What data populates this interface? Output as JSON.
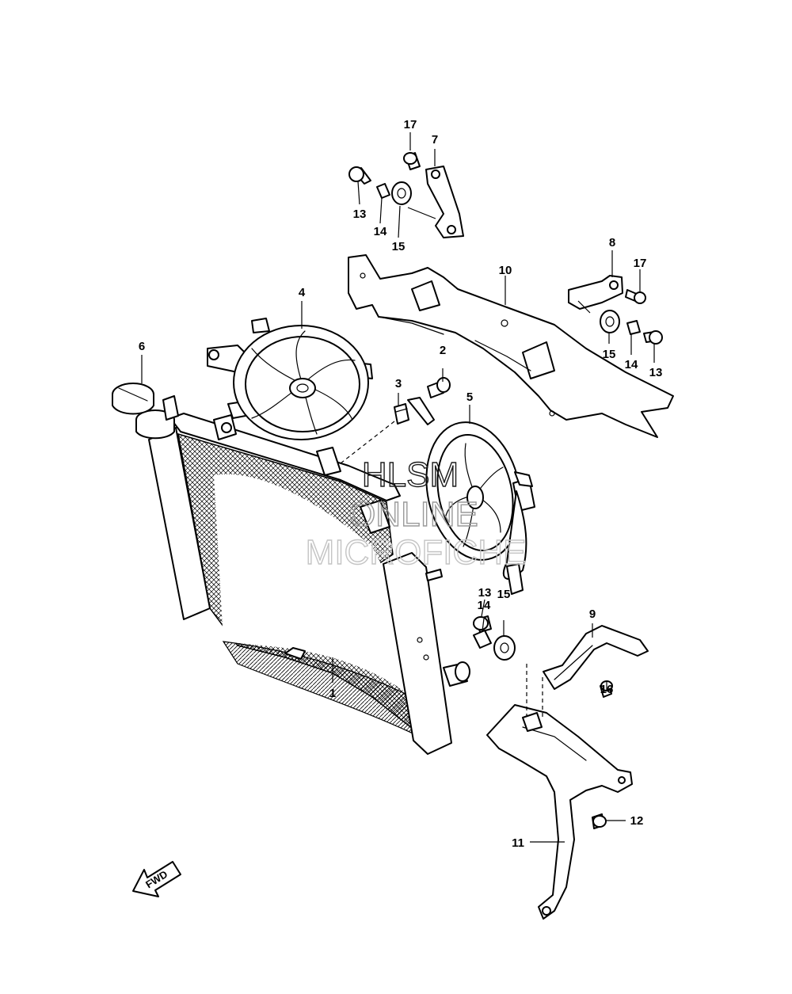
{
  "watermark": {
    "line1": "HLSM",
    "line2": "ONLINE",
    "line3": "MICROFICHE"
  },
  "fwd_label": "FWD",
  "callouts": {
    "c1": "1",
    "c2": "2",
    "c3": "3",
    "c4": "4",
    "c5": "5",
    "c6": "6",
    "c7": "7",
    "c8": "8",
    "c9": "9",
    "c10": "10",
    "c11": "11",
    "c12": "12",
    "c13a": "13",
    "c13b": "13",
    "c13c": "13",
    "c14a": "14",
    "c14b": "14",
    "c14c": "14",
    "c15a": "15",
    "c15b": "15",
    "c15c": "15",
    "c16": "16",
    "c17a": "17",
    "c17b": "17"
  }
}
